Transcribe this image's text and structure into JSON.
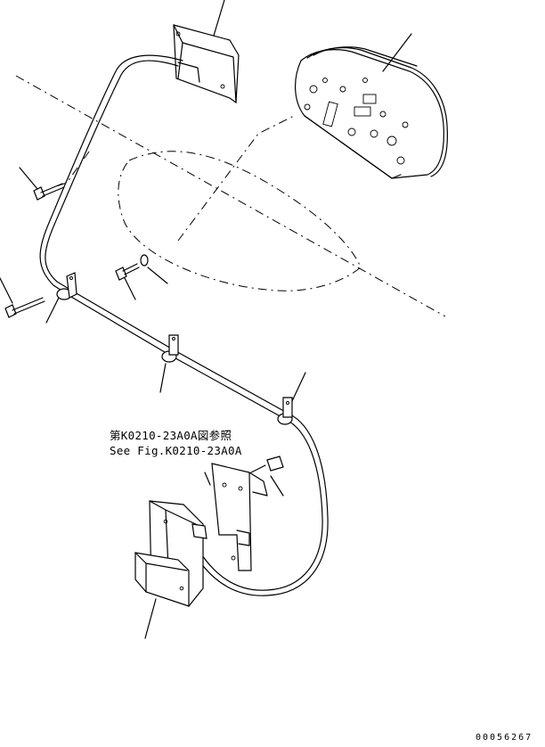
{
  "reference": {
    "japanese": "第K0210-23A0A図参照",
    "english": "See Fig.K0210-23A0A"
  },
  "drawing_code": "00056267"
}
